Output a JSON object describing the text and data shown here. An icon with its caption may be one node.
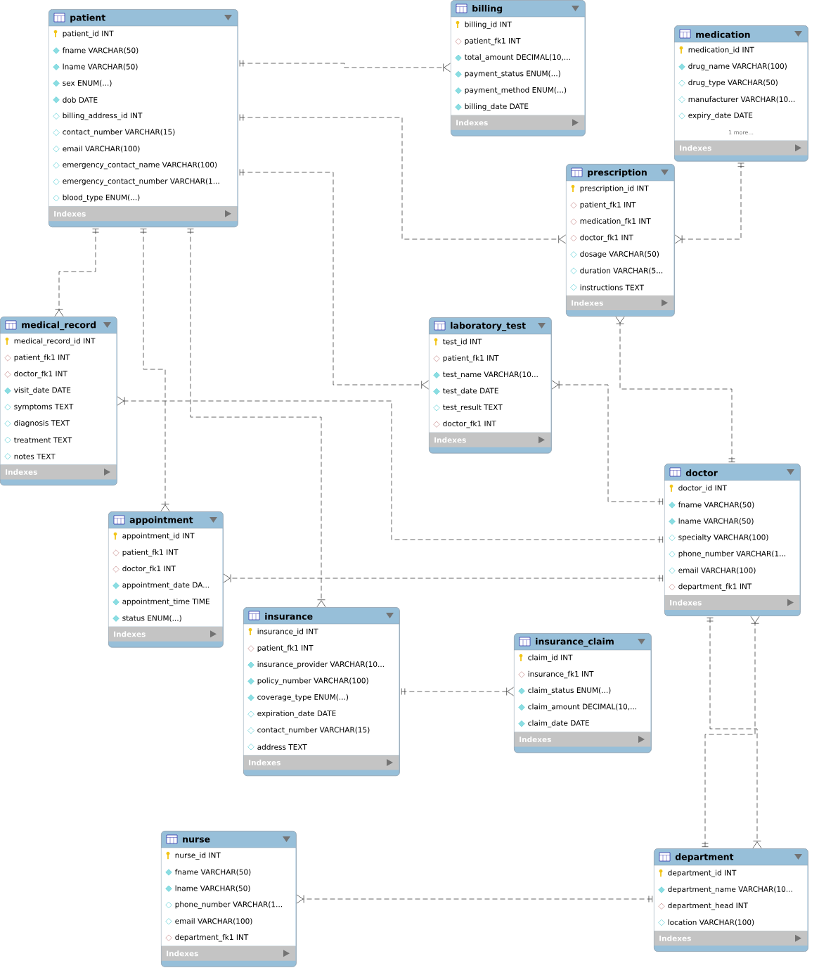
{
  "diagram": {
    "nodes": [
      {
        "text": [
          "patient",
          "patient_id INT",
          "fname VARCHAR(50)",
          "lname VARCHAR(50)",
          "sex ENUM(...)",
          "dob DATE",
          "billing_address_id INT",
          "contact_number VARCHAR(15)",
          "email VARCHAR(100)",
          "emergency_contact_name VARCHAR(100)",
          "emergency_contact_number VARCHAR(1...",
          "blood_type ENUM(...)",
          "Indexes"
        ]
      },
      {
        "text": [
          "billing",
          "billing_id INT",
          "patient_fk1 INT",
          "total_amount DECIMAL(10,...",
          "payment_status ENUM(...)",
          "payment_method ENUM(...)",
          "billing_date DATE",
          "Indexes"
        ]
      },
      {
        "text": [
          "medication",
          "medication_id INT",
          "drug_name VARCHAR(100)",
          "drug_type VARCHAR(50)",
          "manufacturer VARCHAR(10...",
          "expiry_date DATE",
          "1 more...",
          "Indexes"
        ]
      },
      {
        "text": [
          "prescription",
          "prescription_id INT",
          "patient_fk1 INT",
          "medication_fk1 INT",
          "doctor_fk1 INT",
          "dosage VARCHAR(50)",
          "duration VARCHAR(5...",
          "instructions TEXT",
          "Indexes"
        ]
      },
      {
        "text": [
          "medical_record",
          "medical_record_id INT",
          "patient_fk1 INT",
          "doctor_fk1 INT",
          "visit_date DATE",
          "symptoms TEXT",
          "diagnosis TEXT",
          "treatment TEXT",
          "notes TEXT",
          "Indexes"
        ]
      },
      {
        "text": [
          "laboratory_test",
          "test_id INT",
          "patient_fk1 INT",
          "test_name VARCHAR(10...",
          "test_date DATE",
          "test_result TEXT",
          "doctor_fk1 INT",
          "Indexes"
        ]
      },
      {
        "text": [
          "doctor",
          "doctor_id INT",
          "fname VARCHAR(50)",
          "lname VARCHAR(50)",
          "specialty VARCHAR(100)",
          "phone_number VARCHAR(1...",
          "email VARCHAR(100)",
          "department_fk1 INT",
          "Indexes"
        ]
      },
      {
        "text": [
          "appointment",
          "appointment_id INT",
          "patient_fk1 INT",
          "doctor_fk1 INT",
          "appointment_date DA...",
          "appointment_time TIME",
          "status ENUM(...)",
          "Indexes"
        ]
      },
      {
        "text": [
          "insurance",
          "insurance_id INT",
          "patient_fk1 INT",
          "insurance_provider VARCHAR(10...",
          "policy_number VARCHAR(100)",
          "coverage_type ENUM(...)",
          "expiration_date DATE",
          "contact_number VARCHAR(15)",
          "address TEXT",
          "Indexes"
        ]
      },
      {
        "text": [
          "insurance_claim",
          "claim_id INT",
          "insurance_fk1 INT",
          "claim_status ENUM(...)",
          "claim_amount DECIMAL(10,...",
          "claim_date DATE",
          "Indexes"
        ]
      },
      {
        "text": [
          "nurse",
          "nurse_id INT",
          "fname VARCHAR(50)",
          "lname VARCHAR(50)",
          "phone_number VARCHAR(1...",
          "email VARCHAR(100)",
          "department_fk1 INT",
          "Indexes"
        ]
      },
      {
        "text": [
          "department",
          "department_id INT",
          "department_name VARCHAR(10...",
          "department_head INT",
          "location VARCHAR(100)",
          "Indexes"
        ]
      }
    ],
    "edges": [
      {
        "from": 0,
        "to": 1,
        "arrow": "other"
      },
      {
        "from": 0,
        "to": 3,
        "arrow": "other"
      },
      {
        "from": 0,
        "to": 5,
        "arrow": "other"
      },
      {
        "from": 0,
        "to": 4,
        "arrow": "other"
      },
      {
        "from": 0,
        "to": 7,
        "arrow": "other"
      },
      {
        "from": 0,
        "to": 8,
        "arrow": "other"
      },
      {
        "from": 2,
        "to": 3,
        "arrow": "other"
      },
      {
        "from": 6,
        "to": 3,
        "arrow": "other"
      },
      {
        "from": 6,
        "to": 5,
        "arrow": "other"
      },
      {
        "from": 6,
        "to": 4,
        "arrow": "other"
      },
      {
        "from": 6,
        "to": 7,
        "arrow": "other"
      },
      {
        "from": 8,
        "to": 9,
        "arrow": "other"
      },
      {
        "from": 6,
        "to": 11,
        "arrow": "other"
      },
      {
        "from": 11,
        "to": 6,
        "arrow": "other"
      },
      {
        "from": 11,
        "to": 10,
        "arrow": "other"
      }
    ]
  }
}
